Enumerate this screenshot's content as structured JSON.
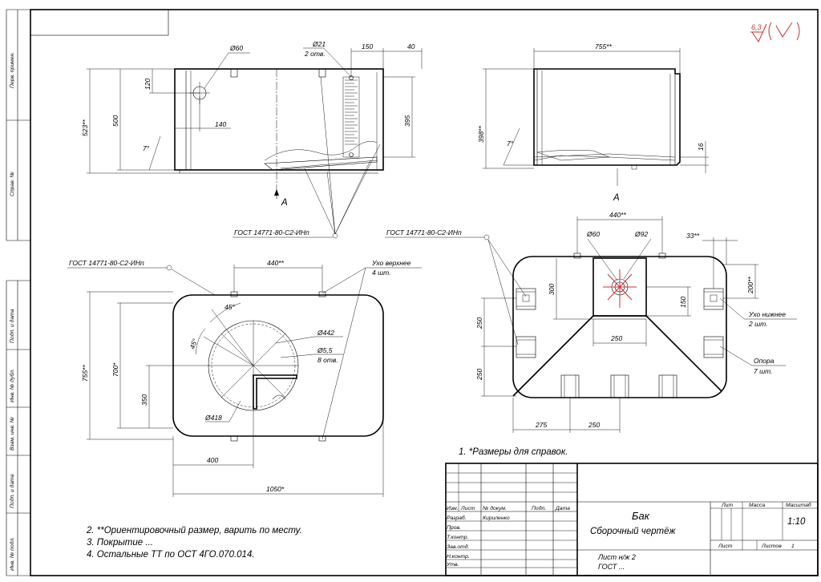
{
  "side_stamps": {
    "perv_primen": "Перв. примен.",
    "sprav_no": "Справ. №",
    "podp_data_1": "Подп. и дата",
    "inv_dubl": "Инв. № дубл.",
    "vzam_inv": "Взам. инв. №",
    "podp_data_2": "Подп. и дата",
    "inv_podl": "Инв. № подл."
  },
  "roughness": {
    "value": "6,3"
  },
  "front_view": {
    "d_hole": "Ø60",
    "d_holes": "Ø21",
    "holes_count": "2 отв.",
    "dim_150": "150",
    "dim_40": "40",
    "dim_120": "120",
    "dim_140": "140",
    "dim_523": "523**",
    "dim_500": "500",
    "dim_395": "395",
    "angle": "7°",
    "section_letter": "A",
    "gost": "ГОСТ 14771-80-С2-ИНп"
  },
  "side_view": {
    "dim_755": "755**",
    "dim_398": "398**",
    "angle": "7°",
    "dim_16": "16",
    "section_letter": "A"
  },
  "top_view": {
    "gost": "ГОСТ 14771-80-С2-ИНп",
    "dim_440": "440**",
    "ear_label": "Ухо верхнее",
    "ear_count": "4 шт.",
    "angle_1": "45°",
    "angle_2": "45°",
    "d_442": "Ø442",
    "d_55": "Ø5,5",
    "holes_8": "8 отв.",
    "dim_755": "755**",
    "dim_700": "700*",
    "dim_350": "350",
    "d_418": "Ø418",
    "dim_400": "400",
    "dim_1050": "1050*"
  },
  "bottom_view": {
    "gost": "ГОСТ 14771-80-С2-ИНп",
    "dim_440": "440**",
    "dim_33": "33**",
    "d_60": "Ø60",
    "d_92": "Ø92",
    "dim_300": "300",
    "dim_200": "200**",
    "dim_150": "150",
    "dim_250_c": "250",
    "dim_250_l1": "250",
    "dim_250_l2": "250",
    "ear_label": "Ухо нижнее",
    "ear_count": "2 шт.",
    "support_label": "Опора",
    "support_count": "7 шт.",
    "dim_275": "275",
    "dim_250_b": "250"
  },
  "notes": {
    "n1": "1. *Размеры для справок.",
    "n2": "2. **Ориентировочный размер, варить по месту.",
    "n3": "3. Покрытие ...",
    "n4": "4. Остальные ТТ по ОСТ 4ГО.070.014."
  },
  "title_block": {
    "hdr_izm": "Изм.",
    "hdr_list": "Лист",
    "hdr_docum": "№ докум.",
    "hdr_podp": "Подп.",
    "hdr_data": "Дата",
    "razrab": "Разраб.",
    "razrab_name": "Кириленко",
    "prov": "Пров.",
    "tkontr": "Т.контр.",
    "zavotd": "Зав.отд.",
    "nkontr": "Н.контр.",
    "utv": "Утв.",
    "name": "Бак",
    "doc_type": "Сборочный чертёж",
    "lit": "Лит",
    "massa": "Масса",
    "masshtab": "Масштаб",
    "scale": "1:10",
    "list": "Лист",
    "listov": "Листов",
    "listov_value": "1",
    "sheet_ref": "Лист н/ж 2",
    "gost_ref": "ГОСТ ..."
  }
}
